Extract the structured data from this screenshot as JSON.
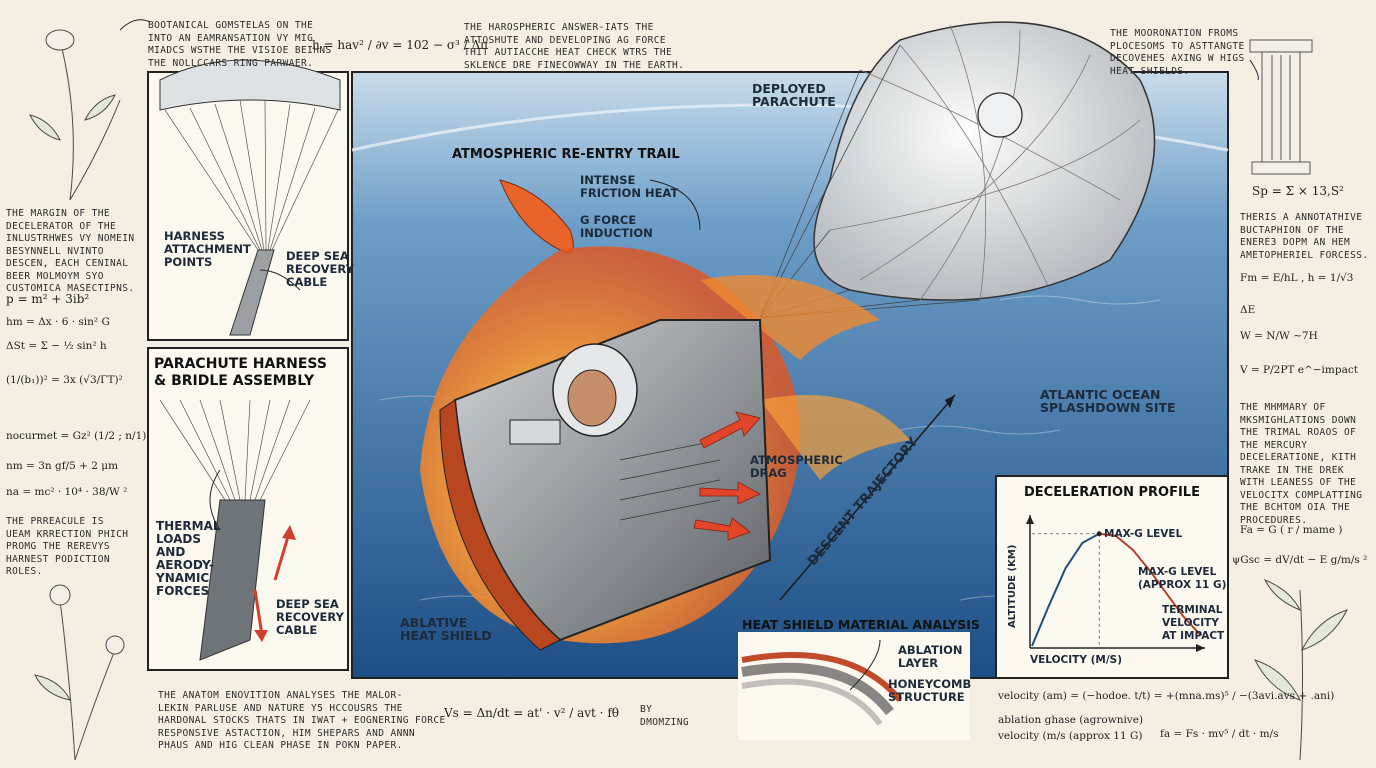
{
  "notes": {
    "top_left": "BOOTANICAL GOMSTELAS ON THE\nINTO AN EAMRANSATION VY MIG\nMIADCS WSTHE THE VISIOE BEIHNS\nTHE NOLLCCARS RING PARWAER.",
    "top_center": "THE HAROSPHERIC ANSWER-IATS THE\nATTOSHUTE AND DEVELOPING AG FORCE\nTHIT AUTIACCHE HEAT CHECK WTRS THE\nSKLENCE DRE FINECOWWAY IN THE EARTH.",
    "top_right": "THE MOORONATION FROMS\nPLOCESOMS TO ASTTANGTE\nDECOVEHES AXING W HIGS\nHEAT SHIELDS.",
    "left_mid": "THE MARGIN OF THE\nDECELERATOR OF THE\nINLUSTRHWES VY NOMEIN\nBESYNNELL NVINTO\nDESCEN, EACH CENINAL\nBEER MOLMOYM SYO\nCUSTOMICA MASECTIPNS.",
    "left_low": "THE PRREACULE IS\nUEAM KRRECTION PHICH\nPROMG THE REREVYS\nHARNEST PODICTION\nROLES.",
    "right_mid": "THERIS A ANNOTATHIVE\nBUCTAPHION OF THE\nENERE3 DOPM AN HEM\nAMETOPHERIEL FORCESS.",
    "right_low": "THE MHMMARY OF\nMKSMIGHLATIONS DOWN\nTHE TRIMAL ROAOS OF\nTHE MERCURY\nDECELERATIONE, KITH\nTRAKE IN THE DREK\nWITH LEANESS OF THE\nVELOCITX COMPLATTING\nTHE BCHTOM OIA THE\nPROCEDURES.",
    "bottom": "THE ANATOM ENOVITION ANALYSES THE MALOR-\nLEKIN PARLUSE AND NATURE Y5 HCCOUSRS THE\nHARDONAL STOCKS THATS IN IWAT + EOGNERING FORCE\nRESPONSIVE ASTACTION, HIM SHEPARS AND ANNN\nPHAUS AND HIG CLEAN PHASE IN POKN PAPER.",
    "by": "BY\nDMOMZING"
  },
  "equations": {
    "top_h": "h = hav² / ∂v = 102 − σ³ / Δπ",
    "l1": "p = m² + 3ib²",
    "l2": "hm = Δx · 6 · sin² G",
    "l3": "ΔSt = Σ − ½ sin² h",
    "l4": "(1/(b₁))² = 3x (√3/ΓT)²",
    "l5": "nocurmet = Gz² (1/2 ; n/1)",
    "l6": "nm = 3n gf/5 + 2 μm",
    "l7": "na = mc² · 10⁴ · 38/W ²",
    "r1": "Sp = Σ × 13,S²",
    "r2": "Fm = E/hL , h = 1/√3",
    "r3": "ΔE",
    "r4": "W = N/W   ~7H",
    "r5": "V = P/2PT e^−impact",
    "r6": "Fa = G ( r / mame )",
    "r7": "ψGsc = dV/dt − E g/m/s ²",
    "bottom_vs": "Vs = Δn/dt = at' · v² / avt · fθ",
    "br1": "velocity (am) = (−hodoe. t/t) = +(mna.ms)⁵ / −(3avi.avs + .ani)",
    "br2": "ablation ghase (agrownive)",
    "br3": "velocity (m/s (approx 11 G)",
    "br4": "fa = Fs · mv⁵ / dt · m/s"
  },
  "labels": {
    "deployed_parachute": "DEPLOYED\nPARACHUTE",
    "reentry_trail": "ATMOSPHERIC RE-ENTRY TRAIL",
    "friction_heat": "INTENSE\nFRICTION HEAT",
    "g_force": "G FORCE\nINDUCTION",
    "atmospheric_drag": "ATMOSPHERIC\nDRAG",
    "descent_trajectory": "DESCENT TRAJECTORY",
    "atlantic": "ATLANTIC OCEAN\nSPLASHDOWN SITE",
    "ablative": "ABLATIVE\nHEAT SHIELD",
    "harness_points": "HARNESS\nATTACHMENT\nPOINTS",
    "deep_sea_1": "DEEP SEA\nRECOVERY\nCABLE",
    "harness_title": "PARACHUTE HARNESS\n& BRIDLE ASSEMBLY",
    "thermal_loads": "THERMAL\nLOADS\nAND\nAERODY-\nYNAMIC\nFORCES",
    "deep_sea_2": "DEEP SEA\nRECOVERY\nCABLE",
    "heat_title": "HEAT SHIELD MATERIAL ANALYSIS",
    "ablation_layer": "ABLATION\nLAYER",
    "honeycomb": "HONEYCOMB\nSTRUCTURE"
  },
  "chart_data": {
    "type": "line",
    "title": "DECELERATION PROFILE",
    "xlabel": "VELOCITY (m/s)",
    "ylabel": "ALTITUDE (km)",
    "x": [
      0,
      1,
      2,
      3,
      4,
      5,
      6,
      7,
      8,
      9,
      10
    ],
    "series": [
      {
        "values": [
          0,
          3.5,
          6.8,
          9.0,
          9.8,
          9.6,
          8.4,
          6.6,
          4.6,
          2.6,
          1.0
        ]
      }
    ],
    "ylim": [
      0,
      11
    ],
    "annotations": [
      "MAX-G LEVEL",
      "MAX-G LEVEL\n(approx 11 G)",
      "TERMINAL\nVELOCITY\nAT IMPACT"
    ],
    "grid": false,
    "colors": {
      "rising": "#1f4e79",
      "falling": "#b5412a"
    }
  }
}
